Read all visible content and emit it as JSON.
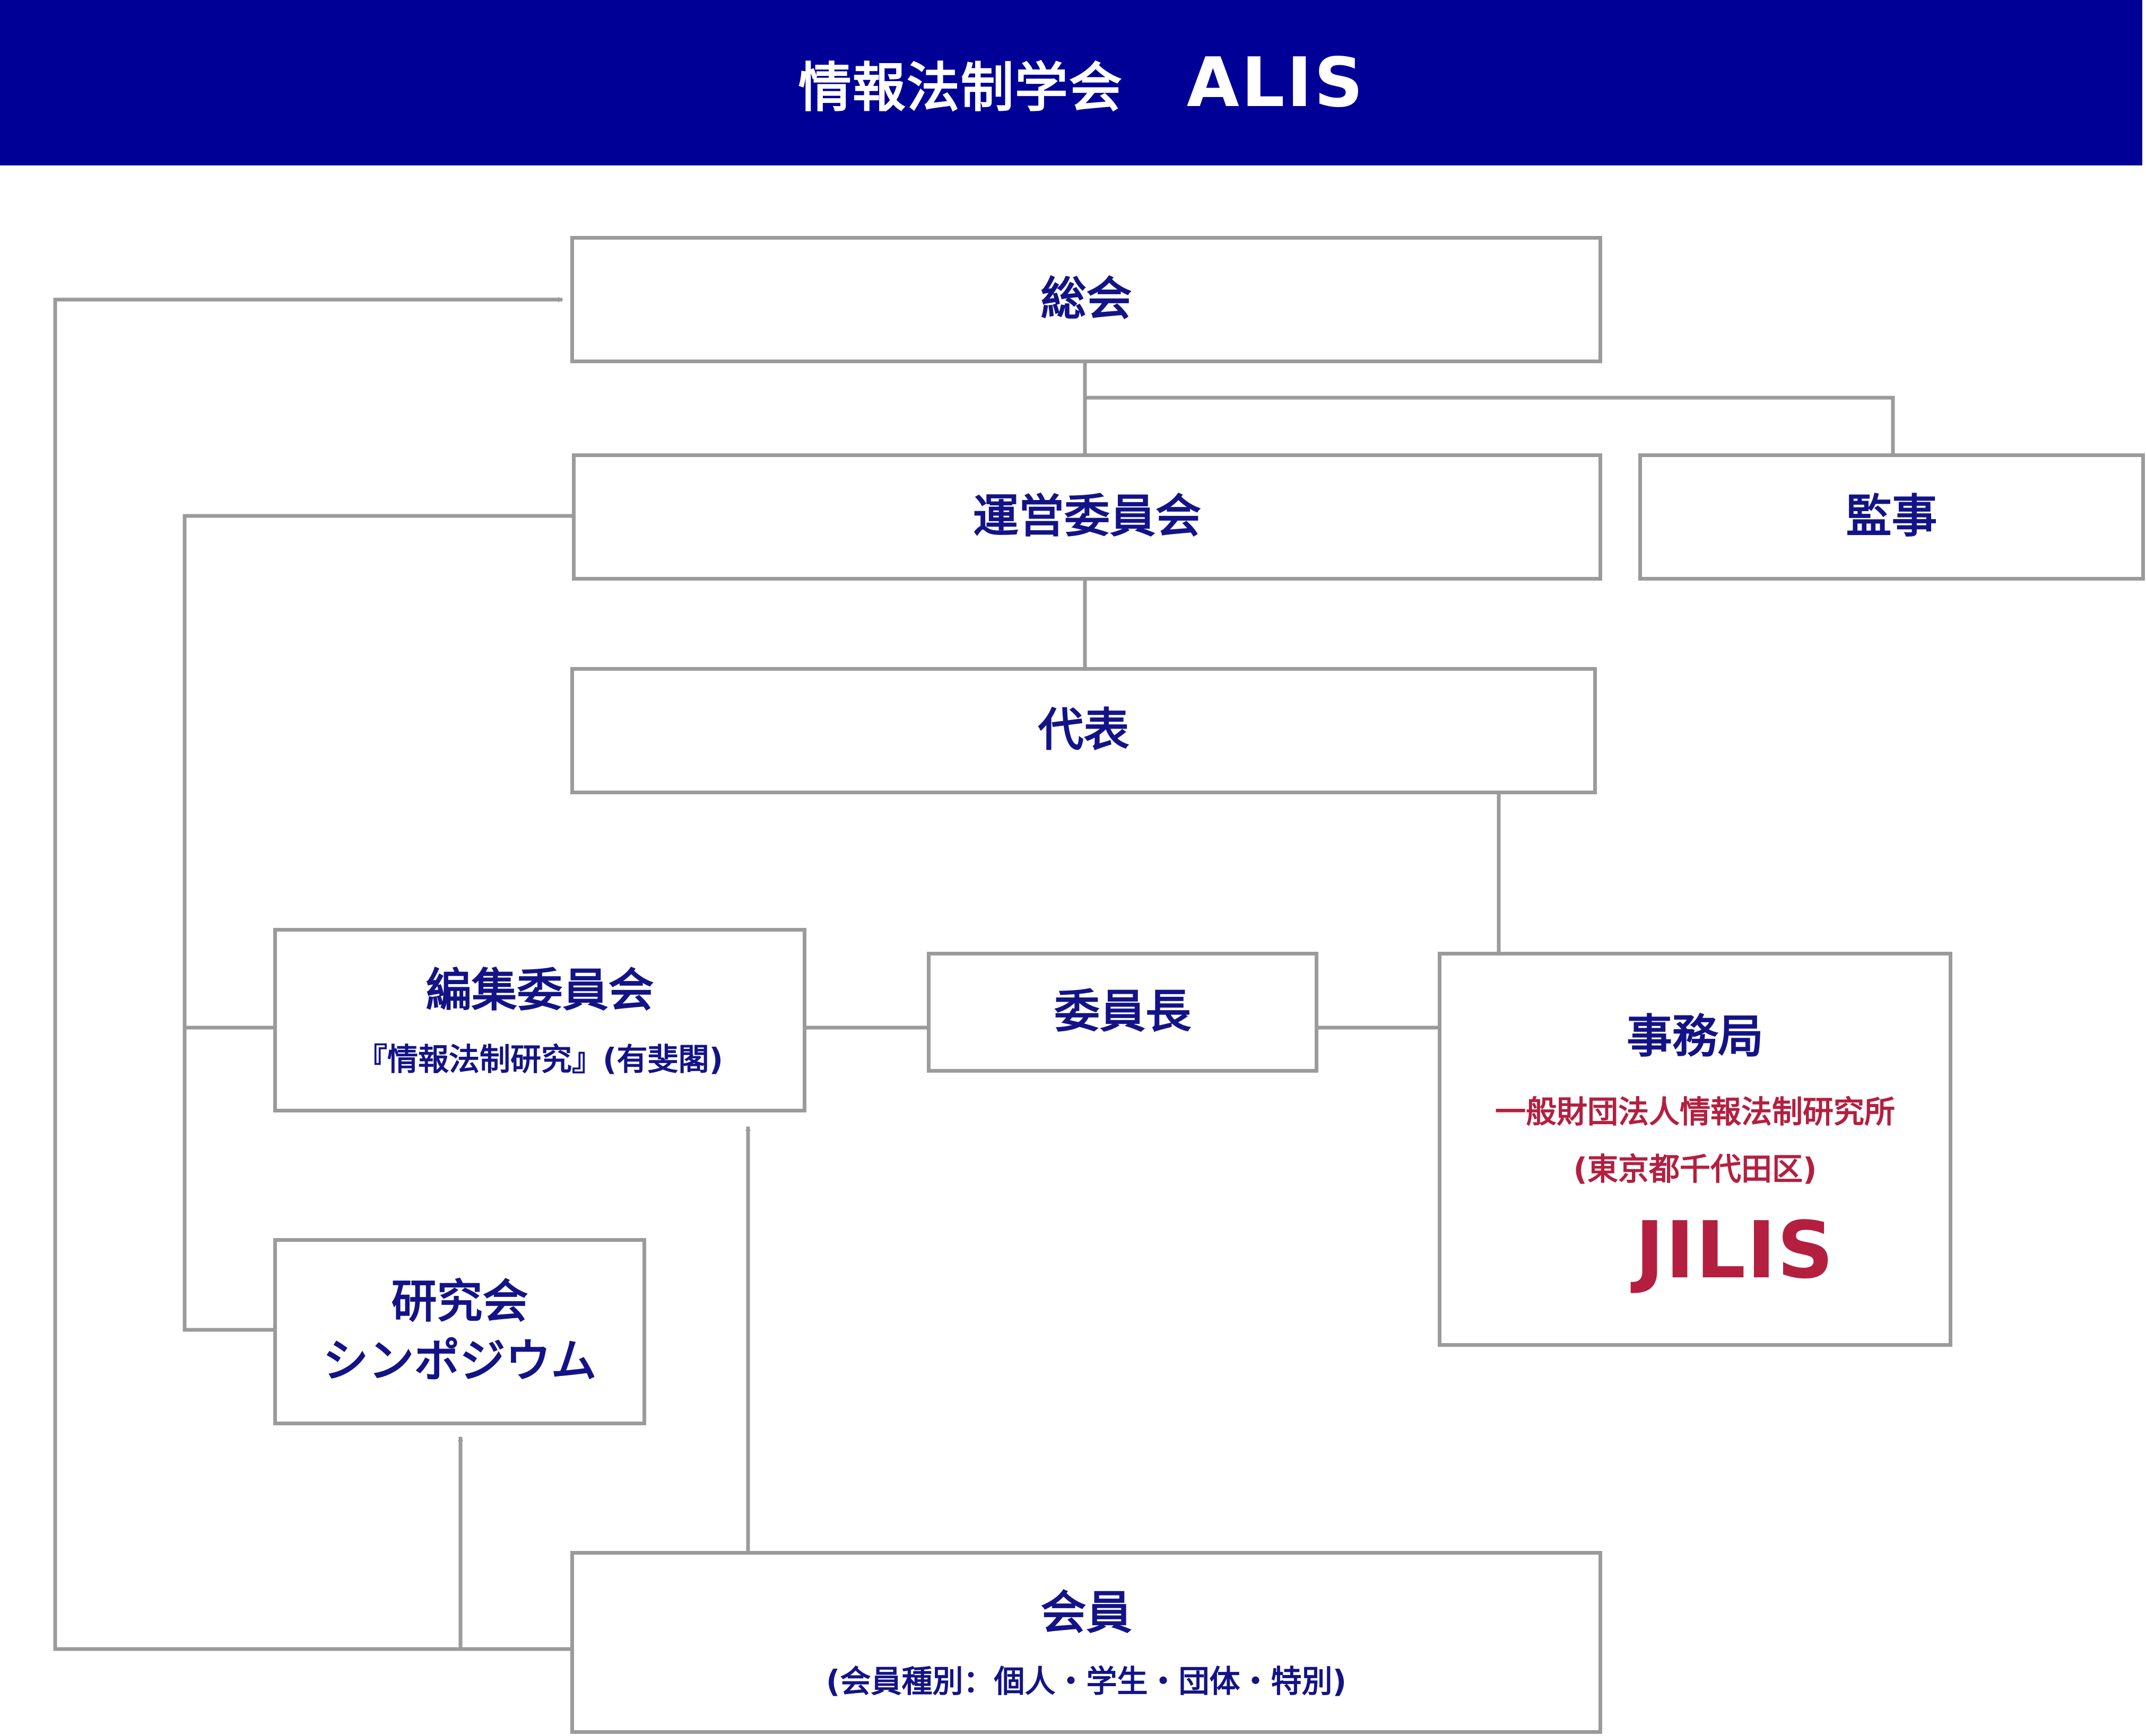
{
  "header": {
    "title": "情報法制学会",
    "abbr": "ALIS"
  },
  "colors": {
    "header_bg": "#000096",
    "label": "#131387",
    "accent_red": "#b41f3f",
    "border": "#9b9b9b"
  },
  "nodes": {
    "general_assembly": {
      "label": "総会"
    },
    "steering_committee": {
      "label": "運営委員会"
    },
    "auditor": {
      "label": "監事"
    },
    "representative": {
      "label": "代表"
    },
    "editorial_committee": {
      "label": "編集委員会",
      "sub": "『情報法制研究』(有斐閣)"
    },
    "chairperson": {
      "label": "委員長"
    },
    "secretariat": {
      "label": "事務局",
      "org": "一般財団法人情報法制研究所",
      "location": "(東京都千代田区)",
      "logo_text": "JILIS"
    },
    "research": {
      "line1": "研究会",
      "line2": "シンポジウム"
    },
    "members": {
      "label": "会員",
      "sub": "(会員種別：個人・学生・団体・特別)"
    }
  }
}
